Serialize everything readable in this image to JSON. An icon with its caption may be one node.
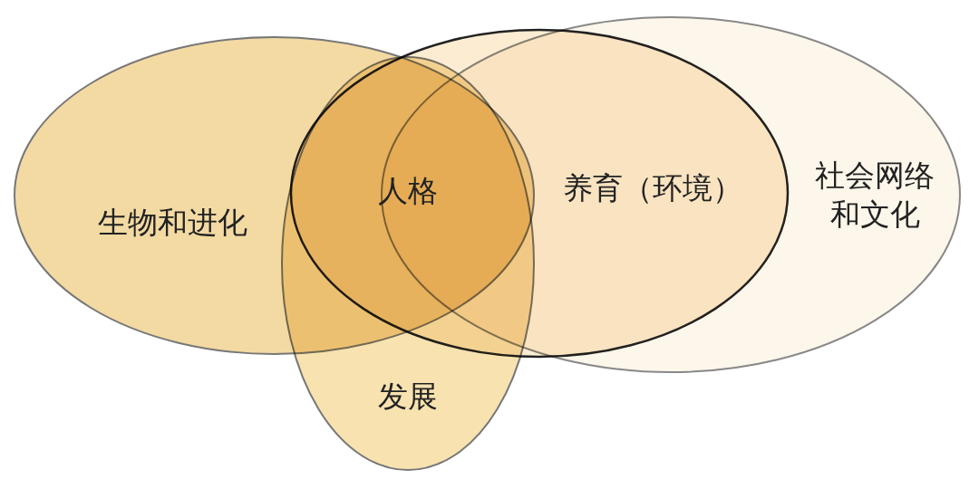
{
  "diagram": {
    "nodes": [
      {
        "text": [
          "生物和进化"
        ]
      },
      {
        "text": [
          "养育（环境）"
        ]
      },
      {
        "text": [
          "社会网络和文化"
        ]
      },
      {
        "text": [
          "发展"
        ]
      }
    ],
    "labels": [
      "人格"
    ]
  }
}
